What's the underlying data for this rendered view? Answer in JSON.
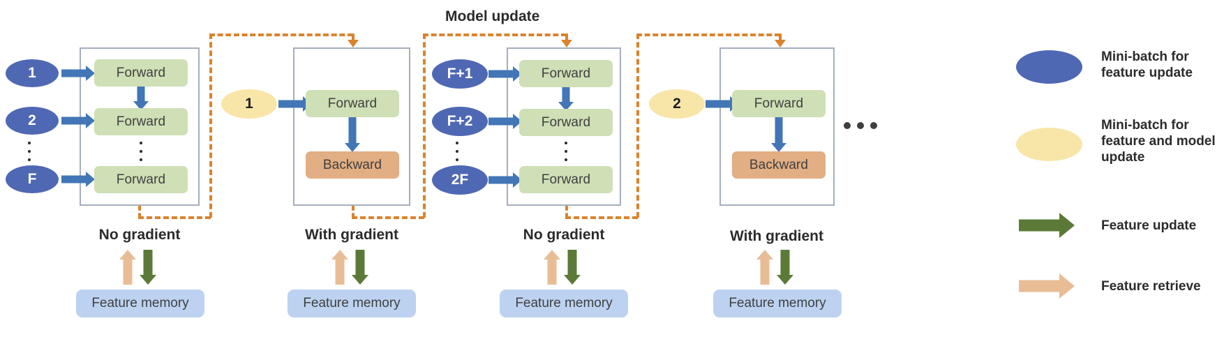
{
  "title": "Model update",
  "colors": {
    "forward_block": "#cfdfb6",
    "backward_block": "#e2ae83",
    "panel_border": "#a6aebd",
    "blue_arrow": "#4276b6",
    "ellipse_blue": "#4f68b4",
    "ellipse_yellow": "#f8e6a8",
    "dashed_orange": "#d9832f",
    "memory_box": "#bcd2f0",
    "feature_update_green": "#5b7a37",
    "feature_retrieve_tan": "#e8bd96"
  },
  "stages": [
    {
      "id": "stage-1",
      "caption": "No gradient",
      "memory_label": "Feature memory",
      "batches": [
        {
          "label": "1",
          "kind": "blue"
        },
        {
          "label": "2",
          "kind": "blue"
        },
        {
          "label": "F",
          "kind": "blue"
        }
      ],
      "batch_ellipsis": true,
      "blocks": [
        {
          "label": "Forward",
          "kind": "forward"
        },
        {
          "label": "Forward",
          "kind": "forward"
        },
        {
          "label": "Forward",
          "kind": "forward"
        }
      ],
      "block_ellipsis": true
    },
    {
      "id": "stage-2",
      "caption": "With gradient",
      "memory_label": "Feature memory",
      "batches": [
        {
          "label": "1",
          "kind": "yellow"
        }
      ],
      "batch_ellipsis": false,
      "blocks": [
        {
          "label": "Forward",
          "kind": "forward"
        },
        {
          "label": "Backward",
          "kind": "backward"
        }
      ],
      "block_ellipsis": false
    },
    {
      "id": "stage-3",
      "caption": "No gradient",
      "memory_label": "Feature memory",
      "batches": [
        {
          "label": "F+1",
          "kind": "blue"
        },
        {
          "label": "F+2",
          "kind": "blue"
        },
        {
          "label": "2F",
          "kind": "blue"
        }
      ],
      "batch_ellipsis": true,
      "blocks": [
        {
          "label": "Forward",
          "kind": "forward"
        },
        {
          "label": "Forward",
          "kind": "forward"
        },
        {
          "label": "Forward",
          "kind": "forward"
        }
      ],
      "block_ellipsis": true
    },
    {
      "id": "stage-4",
      "caption": "With gradient",
      "memory_label": "Feature memory",
      "batches": [
        {
          "label": "2",
          "kind": "yellow"
        }
      ],
      "batch_ellipsis": false,
      "blocks": [
        {
          "label": "Forward",
          "kind": "forward"
        },
        {
          "label": "Backward",
          "kind": "backward"
        }
      ],
      "block_ellipsis": false
    }
  ],
  "continuation_dots": "...",
  "legend": [
    {
      "id": "legend-blue-ellipse",
      "shape": "ellipse",
      "color": "#4f68b4",
      "label": "Mini-batch for feature update"
    },
    {
      "id": "legend-yellow-ellipse",
      "shape": "ellipse",
      "color": "#f8e6a8",
      "label": "Mini-batch for feature and model update"
    },
    {
      "id": "legend-green-arrow",
      "shape": "arrow",
      "color": "#5b7a37",
      "label": "Feature update"
    },
    {
      "id": "legend-tan-arrow",
      "shape": "arrow",
      "color": "#e8bd96",
      "label": "Feature retrieve"
    }
  ]
}
